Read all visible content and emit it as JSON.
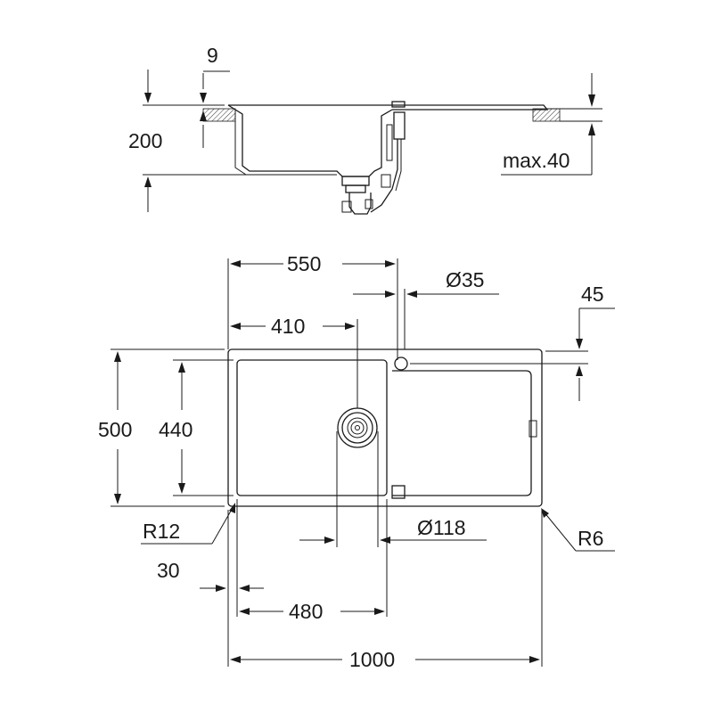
{
  "drawing": {
    "side_view": {
      "dim_rim_thickness": "9",
      "dim_depth": "200",
      "dim_worktop_max": "max.40"
    },
    "top_view": {
      "dim_bowl_center": "550",
      "dim_tap_hole": "Ø35",
      "dim_tap_offset": "45",
      "dim_waste_center": "410",
      "dim_overall_depth": "500",
      "dim_bowl_depth": "440",
      "dim_corner_radius_bowl": "R12",
      "dim_waste_diameter": "Ø118",
      "dim_corner_radius_outer": "R6",
      "dim_edge_offset": "30",
      "dim_bowl_width": "480",
      "dim_overall_width": "1000"
    }
  }
}
